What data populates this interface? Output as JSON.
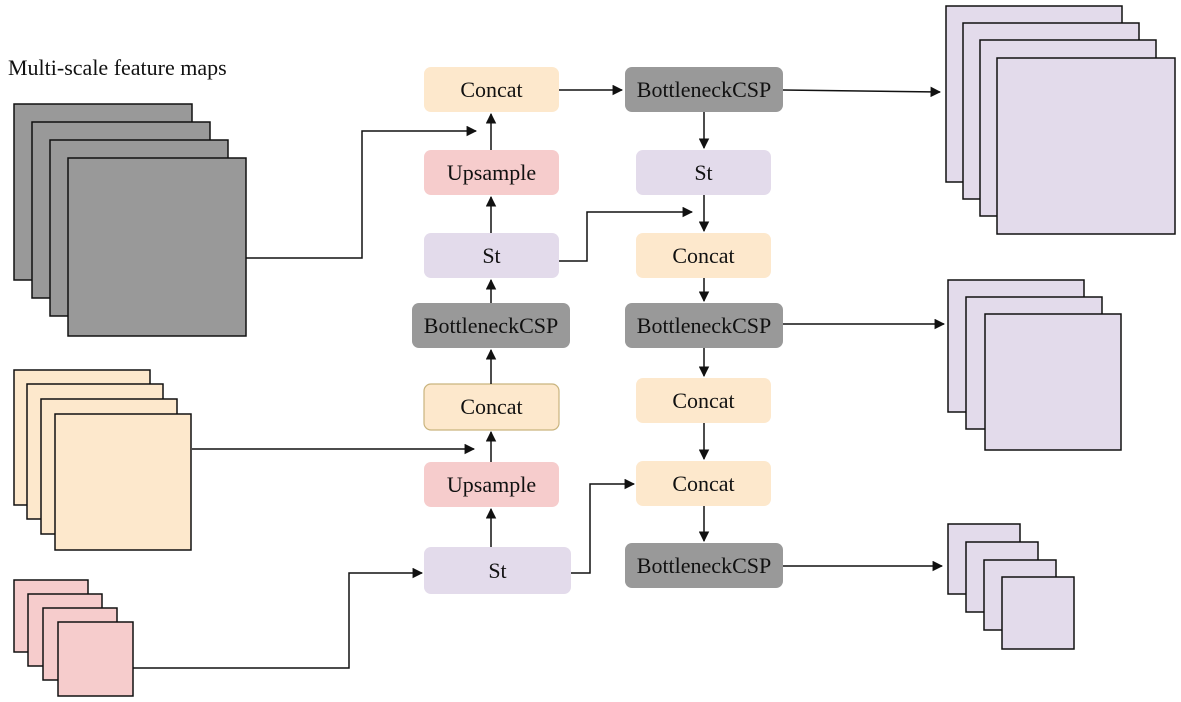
{
  "title": "Multi-scale feature maps",
  "colors": {
    "concat": "#fde8cc",
    "upsample": "#f6cccc",
    "st": "#e3dbeb",
    "bottleneck": "#999999",
    "input_large": "#999999",
    "input_medium": "#fde8cc",
    "input_small": "#f6cccc",
    "output": "#e3dbeb",
    "stroke": "#111111"
  },
  "nodes": {
    "left_concat_top": "Concat",
    "left_upsample_top": "Upsample",
    "left_st_mid": "St",
    "left_bottleneck": "BottleneckCSP",
    "left_concat_bottom": "Concat",
    "left_upsample_bottom": "Upsample",
    "left_st_bottom": "St",
    "right_bottleneck_top": "BottleneckCSP",
    "right_st": "St",
    "right_concat_1": "Concat",
    "right_bottleneck_mid": "BottleneckCSP",
    "right_concat_2": "Concat",
    "right_concat_3": "Concat",
    "right_bottleneck_bottom": "BottleneckCSP"
  }
}
